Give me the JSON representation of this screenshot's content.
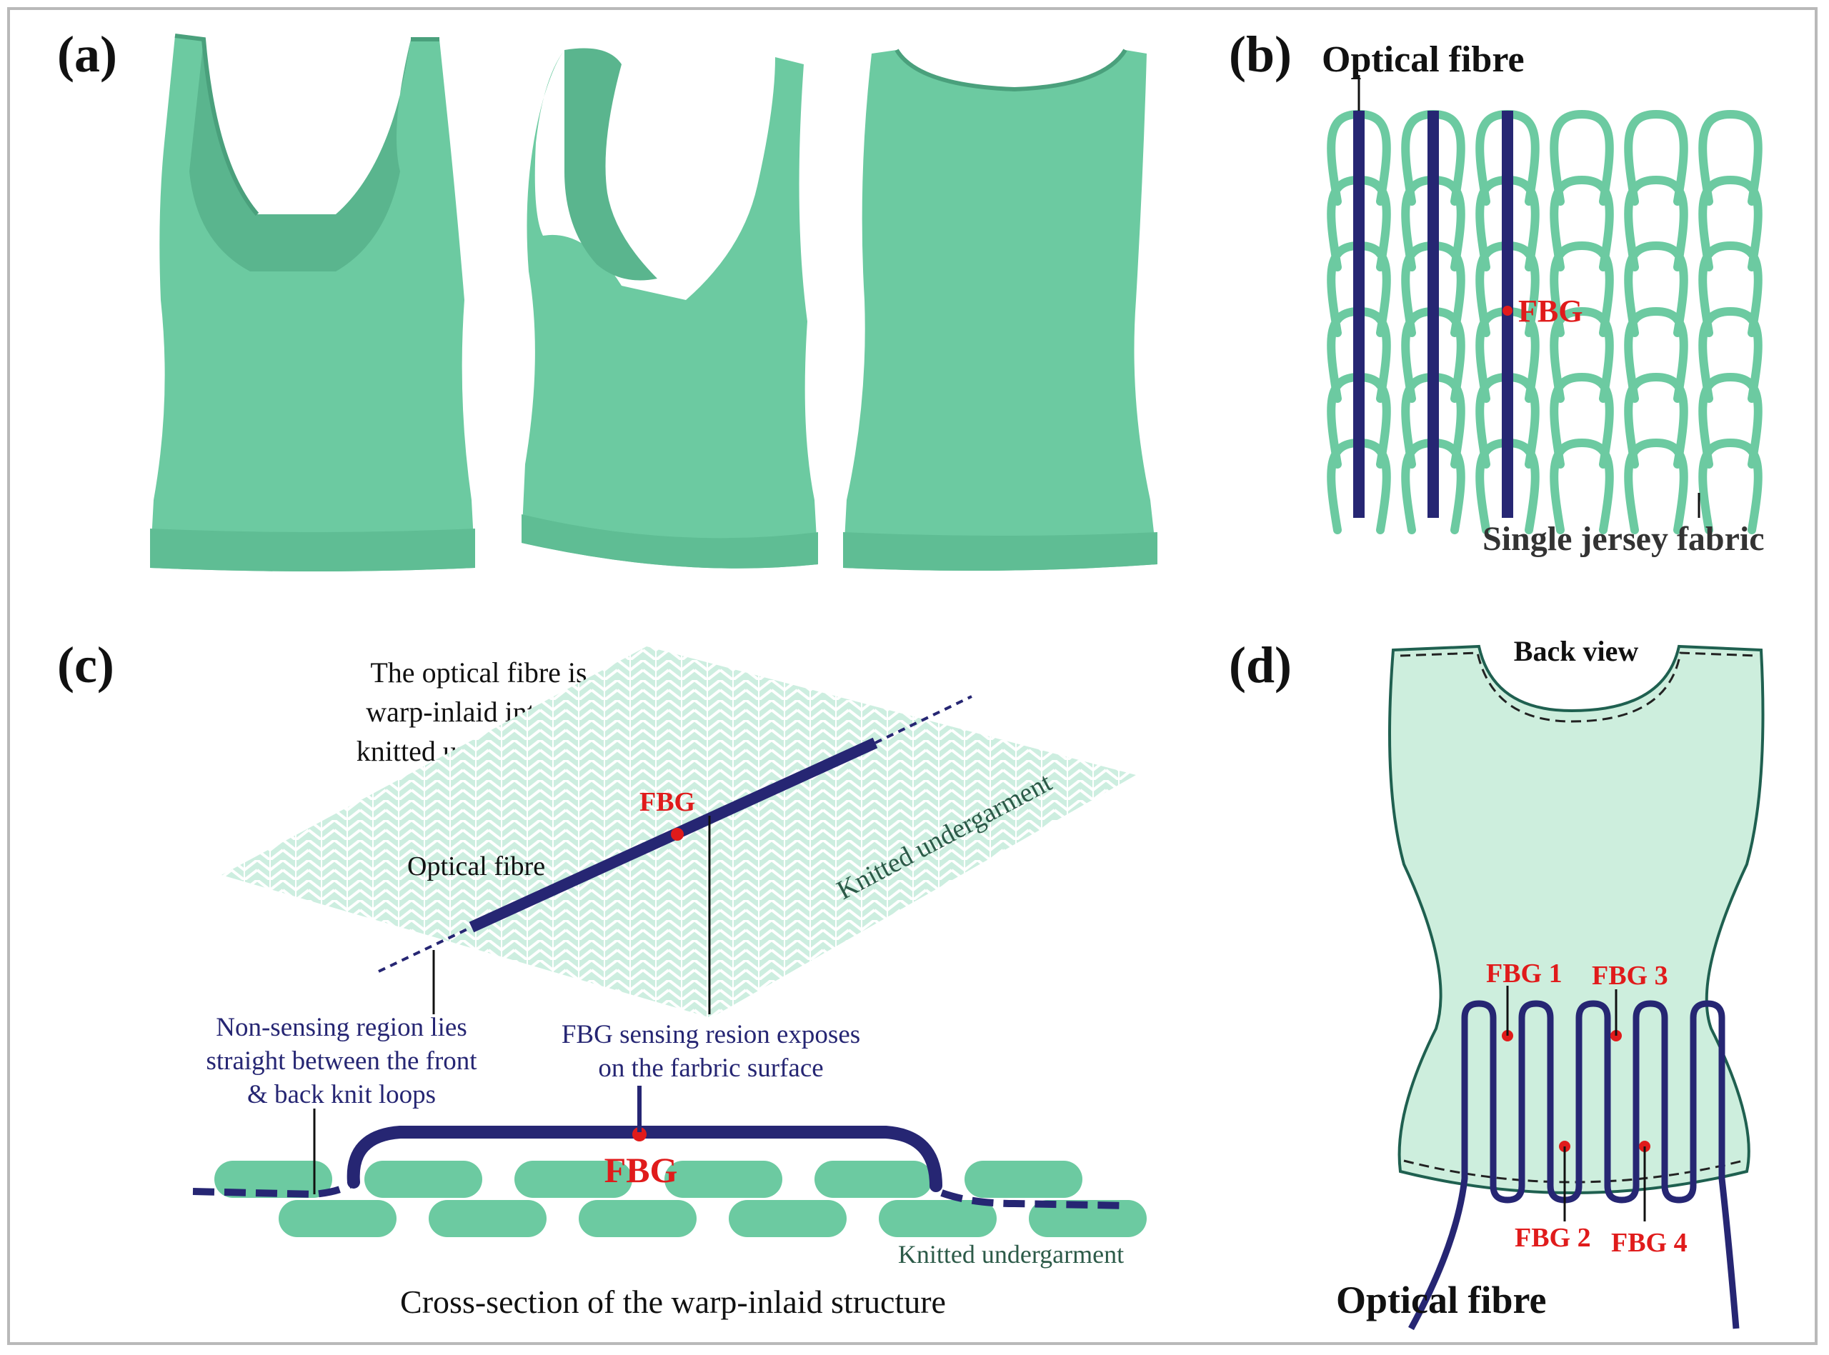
{
  "colors": {
    "garment": "#6ccaa1",
    "garment_dark": "#55b08a",
    "garment_light": "#c9ecdc",
    "fibre": "#262673",
    "fbg": "#e01b1b",
    "frame": "#b9b9b9",
    "text": "#111111"
  },
  "panel_a": {
    "label": "(a)"
  },
  "panel_b": {
    "label": "(b)",
    "optical_fibre": "Optical fibre",
    "fbg": "FBG",
    "fabric": "Single jersey fabric"
  },
  "panel_c": {
    "label": "(c)",
    "note_lines": [
      "The optical fibre is",
      "warp-inlaid into the",
      "knitted undergarment"
    ],
    "fbg_top": "FBG",
    "optical_fibre": "Optical fibre",
    "knitted_diag": "Knitted undergarment",
    "nonsensing_lines": [
      "Non-sensing region lies",
      "straight between the front",
      "& back knit loops"
    ],
    "sensing_lines": [
      "FBG sensing resion exposes",
      "on the farbric surface"
    ],
    "fbg_bottom": "FBG",
    "knitted_bottom": "Knitted undergarment",
    "caption": "Cross-section of the warp-inlaid structure"
  },
  "panel_d": {
    "label": "(d)",
    "back_view": "Back view",
    "fbg1": "FBG 1",
    "fbg2": "FBG 2",
    "fbg3": "FBG 3",
    "fbg4": "FBG 4",
    "optical_fibre": "Optical fibre"
  }
}
